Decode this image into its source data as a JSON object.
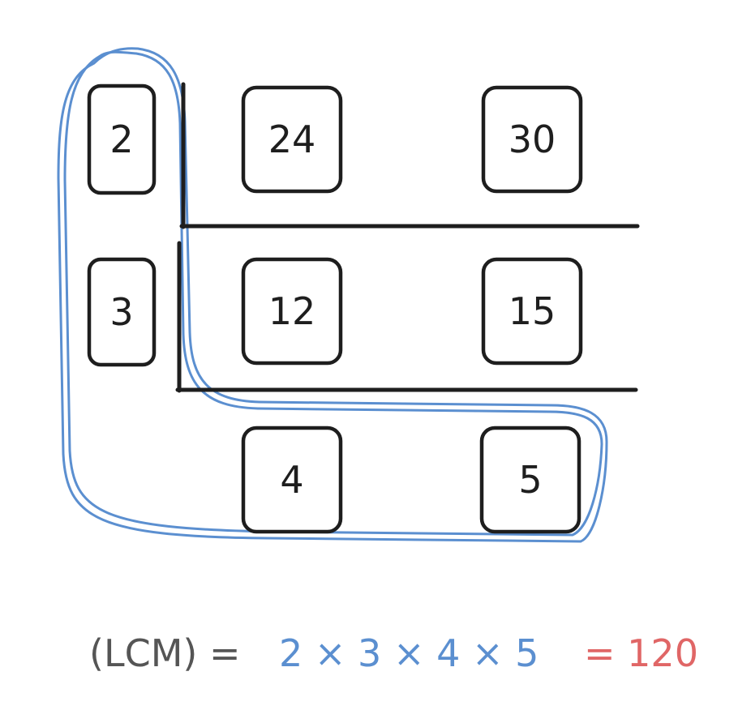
{
  "colors": {
    "ink": "#1e1e1e",
    "highlight": "#5b8fd0",
    "label": "#555555",
    "result": "#e06666"
  },
  "divisors": [
    "2",
    "3"
  ],
  "rows": [
    [
      "24",
      "30"
    ],
    [
      "12",
      "15"
    ],
    [
      "4",
      "5"
    ]
  ],
  "equation": {
    "lhs": "(LCM) =",
    "product": "2 × 3 × 4 × 5",
    "result": "= 120"
  }
}
